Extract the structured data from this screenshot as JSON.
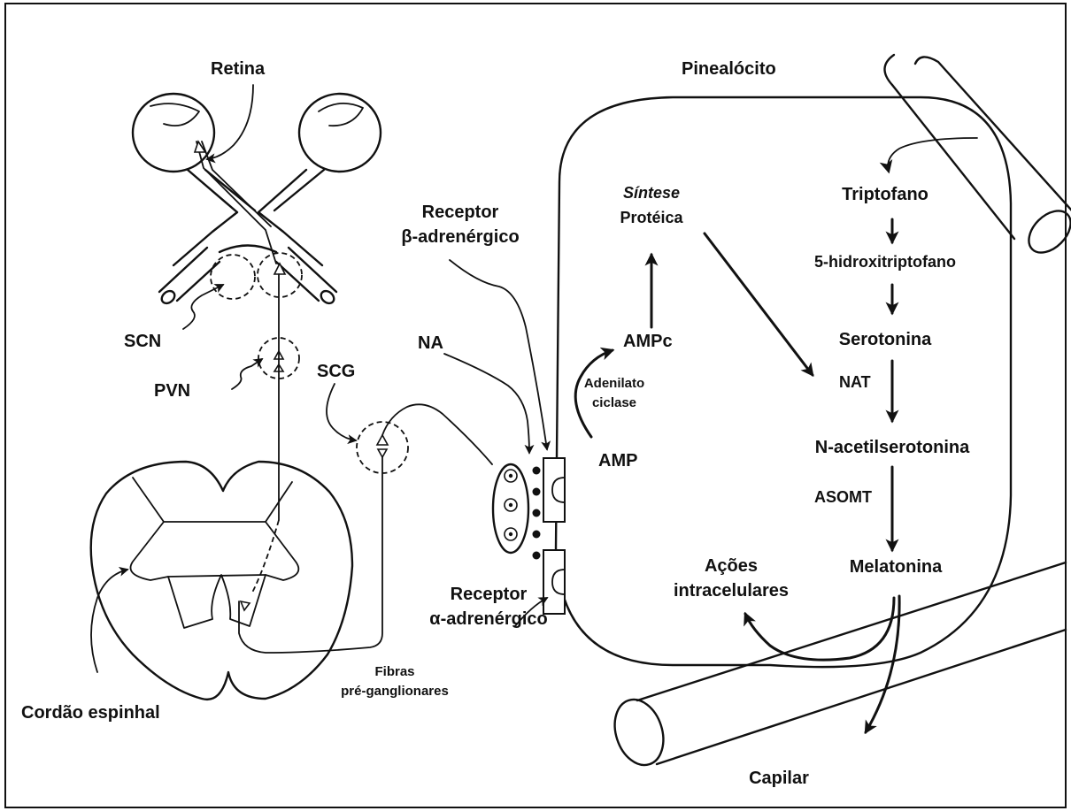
{
  "labels": {
    "retina": "Retina",
    "scn": "SCN",
    "pvn": "PVN",
    "scg": "SCG",
    "spinal_cord": "Cordão espinhal",
    "fibers_line1": "Fibras",
    "fibers_line2": "pré-ganglionares",
    "beta_receptor_line1": "Receptor",
    "beta_receptor_line2": "β-adrenérgico",
    "alpha_receptor_line1": "Receptor",
    "alpha_receptor_line2": "α-adrenérgico",
    "na": "NA",
    "ampc": "AMPc",
    "adenylate_line1": "Adenilato",
    "adenylate_line2": "ciclase",
    "amp": "AMP",
    "protein_line1": "Síntese",
    "protein_line2": "Protéica",
    "pinealocyte": "Pinealócito",
    "tryptophan": "Triptofano",
    "hydroxytryptophan": "5-hidroxitriptofano",
    "serotonin": "Serotonina",
    "nat": "NAT",
    "acetylserotonin": "N-acetilserotonina",
    "asomt": "ASOMT",
    "melatonin": "Melatonina",
    "actions_line1": "Ações",
    "actions_line2": "intracelulares",
    "capillary": "Capilar"
  }
}
